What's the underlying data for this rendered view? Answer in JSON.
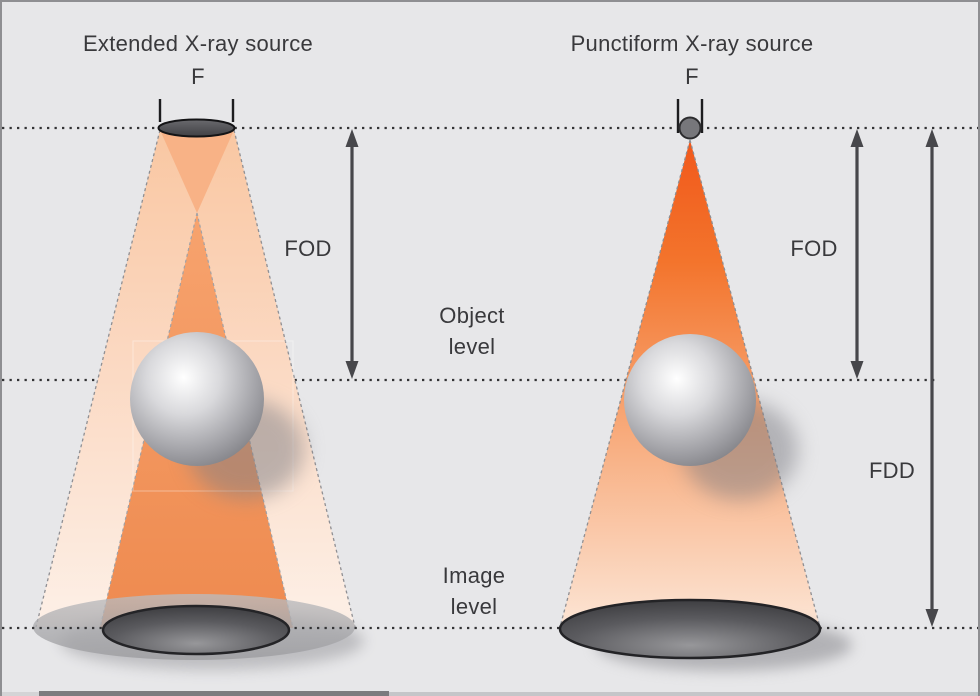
{
  "labels": {
    "left_title": "Extended X-ray source",
    "right_title": "Punctiform X-ray source",
    "left_focus": "F",
    "right_focus": "F",
    "left_fod": "FOD",
    "right_fod": "FOD",
    "fdd": "FDD",
    "object_level_line1": "Object",
    "object_level_line2": "level",
    "image_level_line1": "Image",
    "image_level_line2": "level"
  },
  "colors": {
    "background": "#e7e7e9",
    "beam_strong_orange": "#f1581b",
    "beam_mid_orange": "#f29a63",
    "beam_light_peach": "#fce5d5",
    "umbra_orange": "#ee8a4f",
    "sphere_gray": "#9a9a9e",
    "image_disc_dark": "#3a3a3d",
    "penumbra_disc_gray": "#a5a5a8",
    "text": "#39393c",
    "arrow": "#47474b",
    "dotted_line": "#333335"
  }
}
